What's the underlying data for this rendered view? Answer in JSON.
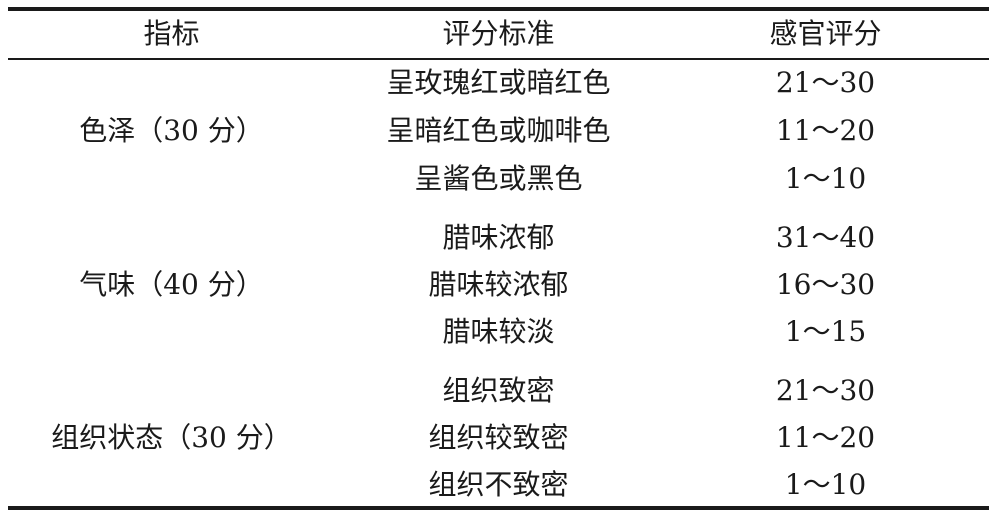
{
  "table": {
    "headers": [
      "指标",
      "评分标准",
      "感官评分"
    ],
    "groups": [
      {
        "indicator": "色泽（30 分）",
        "rows": [
          {
            "criterion": "呈玫瑰红或暗红色",
            "score": "21～30"
          },
          {
            "criterion": "呈暗红色或咖啡色",
            "score": "11～20"
          },
          {
            "criterion": "呈酱色或黑色",
            "score": "1～10"
          }
        ]
      },
      {
        "indicator": "气味（40 分）",
        "rows": [
          {
            "criterion": "腊味浓郁",
            "score": "31～40"
          },
          {
            "criterion": "腊味较浓郁",
            "score": "16～30"
          },
          {
            "criterion": "腊味较淡",
            "score": "1～15"
          }
        ]
      },
      {
        "indicator": "组织状态（30 分）",
        "rows": [
          {
            "criterion": "组织致密",
            "score": "21～30"
          },
          {
            "criterion": "组织较致密",
            "score": "11～20"
          },
          {
            "criterion": "组织不致密",
            "score": "1～10"
          }
        ]
      }
    ]
  }
}
